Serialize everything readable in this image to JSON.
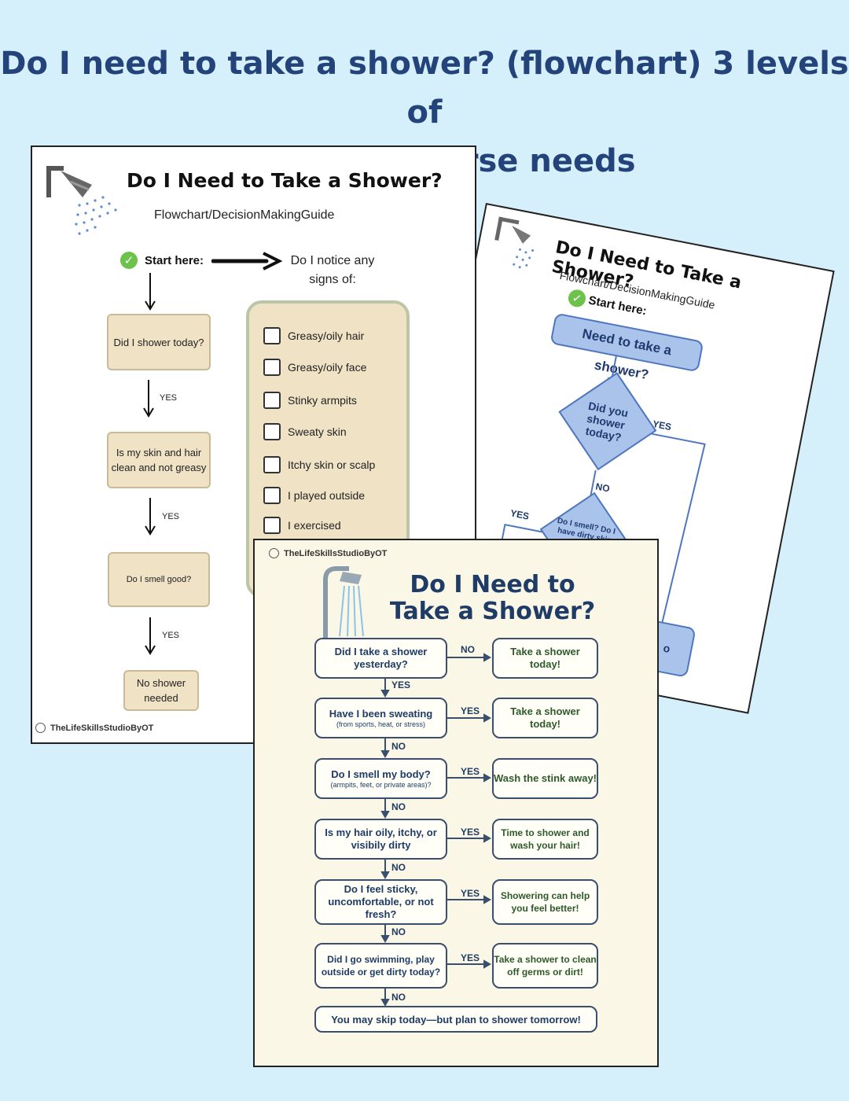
{
  "headline": {
    "line1": "Do I need to take a shower? (flowchart) 3 levels of",
    "line2": "detail for diverse needs"
  },
  "sheet1": {
    "title": "Do I Need to Take a Shower?",
    "subtitle": "Flowchart/DecisionMakingGuide",
    "start_label": "Start here:",
    "notice": "Do I notice any signs of:",
    "questions": [
      "Did I shower today?",
      "Is my skin and hair clean and not greasy",
      "Do I smell good?"
    ],
    "end_box": "No shower needed",
    "yes_label": "YES",
    "signs": [
      "Greasy/oily hair",
      "Greasy/oily face",
      "Stinky armpits",
      "Sweaty skin",
      "Itchy skin or scalp",
      "I played outside",
      "I exercised"
    ],
    "brand": "TheLifeSkillsStudioByOT"
  },
  "sheet2": {
    "title": "Do I Need to Take a Shower?",
    "subtitle": "Flowchart/DecisionMakingGuide",
    "start_label": "Start here:",
    "start_box": "Need to take a shower?",
    "diamond1": "Did you shower today?",
    "diamond2": "Do I smell? Do I have dirty skin or...",
    "yes": "YES",
    "no": "NO",
    "partial_right": "o"
  },
  "sheet3": {
    "brand": "TheLifeSkillsStudioByOT",
    "title": "Do I Need to Take a Shower?",
    "steps": [
      {
        "q": "Did I take a shower yesterday?",
        "note": "",
        "branch": "NO",
        "a": "Take a shower today!",
        "down": "YES"
      },
      {
        "q": "Have I been sweating",
        "note": "(from sports, heat, or stress)",
        "branch": "YES",
        "a": "Take a shower today!",
        "down": "NO"
      },
      {
        "q": "Do I smell my body?",
        "note": "(armpits, feet, or private areas)?",
        "branch": "YES",
        "a": "Wash the stink away!",
        "down": "NO"
      },
      {
        "q": "Is my hair oily, itchy, or visibily dirty",
        "note": "",
        "branch": "YES",
        "a": "Time to shower and wash your hair!",
        "down": "NO"
      },
      {
        "q": "Do I feel sticky, uncomfortable, or not fresh?",
        "note": "",
        "branch": "YES",
        "a": "Showering can help you feel better!",
        "down": "NO"
      },
      {
        "q": "Did I go swimming, play outside or get dirty today?",
        "note": "",
        "branch": "YES",
        "a": "Take a shower to clean off germs or dirt!",
        "down": "NO"
      }
    ],
    "final": "You may skip today—but plan to shower tomorrow!"
  },
  "icons": [
    "shower-head-icon",
    "check-icon",
    "arrow-icon",
    "globe-icon",
    "checkbox-icon"
  ]
}
